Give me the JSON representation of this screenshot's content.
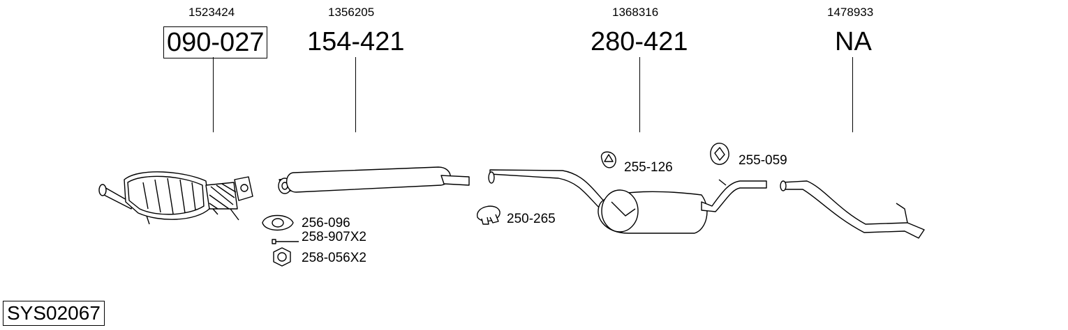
{
  "oem_numbers": [
    "1523424",
    "1356205",
    "1368316",
    "1478933"
  ],
  "part_numbers": [
    "090-027",
    "154-421",
    "280-421",
    "NA"
  ],
  "accessories": {
    "gasket": "256-096",
    "bolt": "258-907X2",
    "nut": "258-056X2",
    "clamp": "250-265",
    "hanger_a": "255-126",
    "hanger_b": "255-059"
  },
  "system_code": "SYS02067"
}
